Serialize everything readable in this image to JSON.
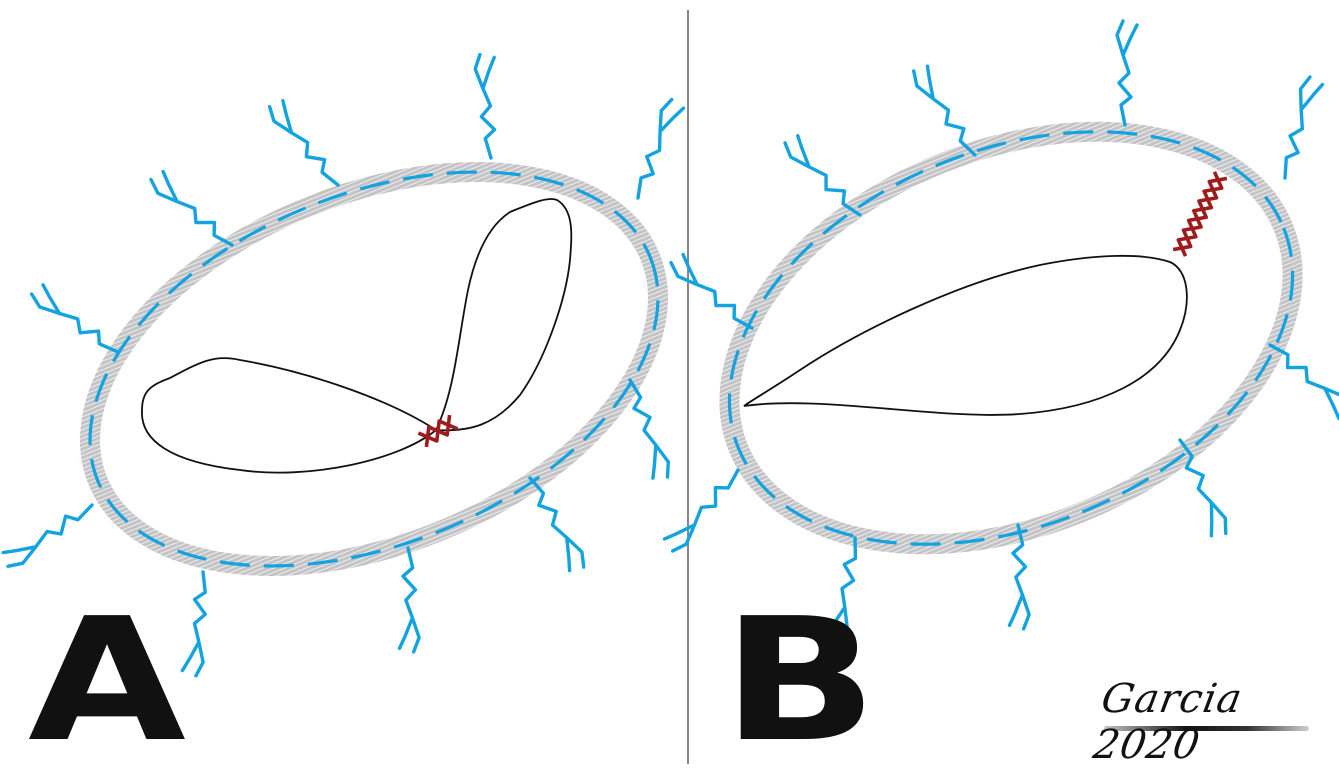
{
  "panels": [
    {
      "label": "A"
    },
    {
      "label": "B"
    }
  ],
  "signature": "Garcia 2020",
  "colors": {
    "cell_wall": "#c4c4c6",
    "cell_wall_stripe": "#f6f6f6",
    "membrane_dash": "#12a3e0",
    "appendage": "#12a3e0",
    "chromosome_outline": "#111111",
    "crosslink": "#9e1c1c",
    "divider": "#6a6a6a",
    "label": "#111111"
  }
}
